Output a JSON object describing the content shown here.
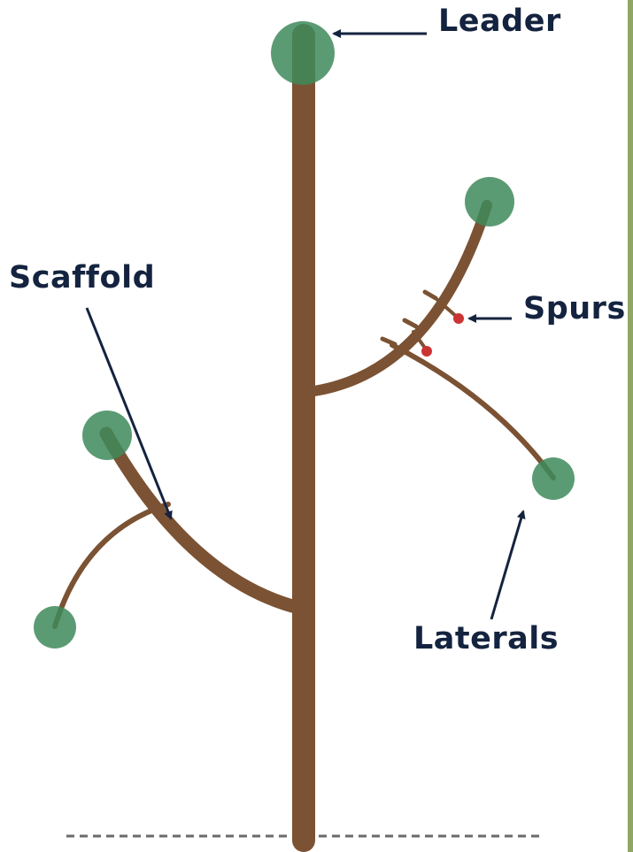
{
  "labels": {
    "leader": "Leader",
    "scaffold": "Scaffold",
    "spurs": "Spurs",
    "laterals": "Laterals"
  },
  "colors": {
    "wood": "#7b5233",
    "leaf": "#3e8a5a",
    "spur": "#cc3333",
    "text": "#14233f",
    "ground": "#6a6a6a",
    "edge_bar": "#8ea862"
  }
}
